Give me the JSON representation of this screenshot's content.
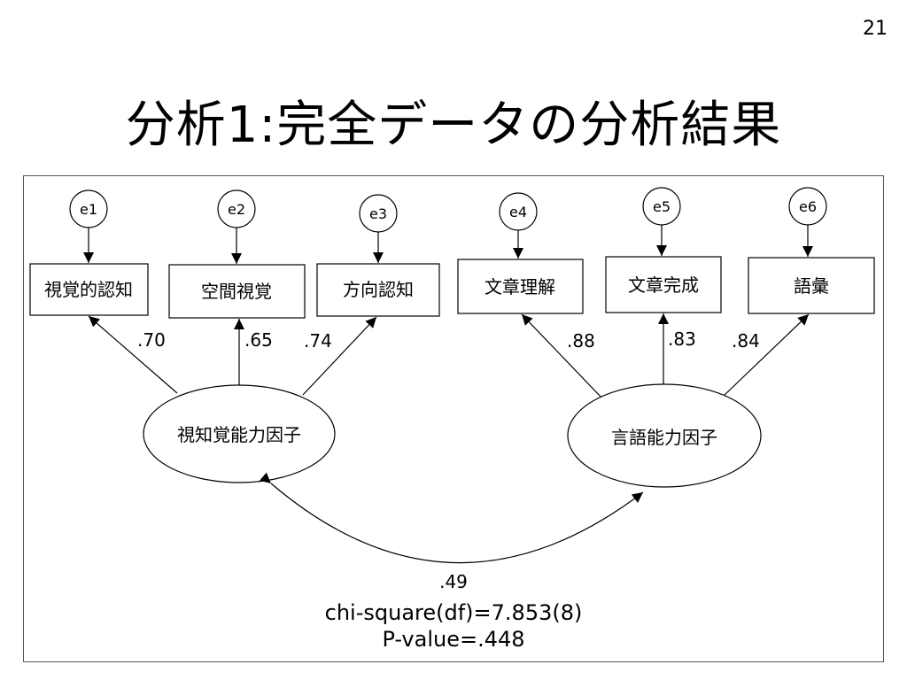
{
  "page_number": "21",
  "title": "分析1:完全データの分析結果",
  "diagram": {
    "errors": [
      "e1",
      "e2",
      "e3",
      "e4",
      "e5",
      "e6"
    ],
    "observed": [
      "視覚的認知",
      "空間視覚",
      "方向認知",
      "文章理解",
      "文章完成",
      "語彙"
    ],
    "factors": [
      "視知覚能力因子",
      "言語能力因子"
    ],
    "loadings": [
      ".70",
      ".65",
      ".74",
      ".88",
      ".83",
      ".84"
    ],
    "correlation": ".49",
    "fit": {
      "chi_square": "chi-square(df)=7.853(8)",
      "p_value": "P-value=.448"
    }
  }
}
